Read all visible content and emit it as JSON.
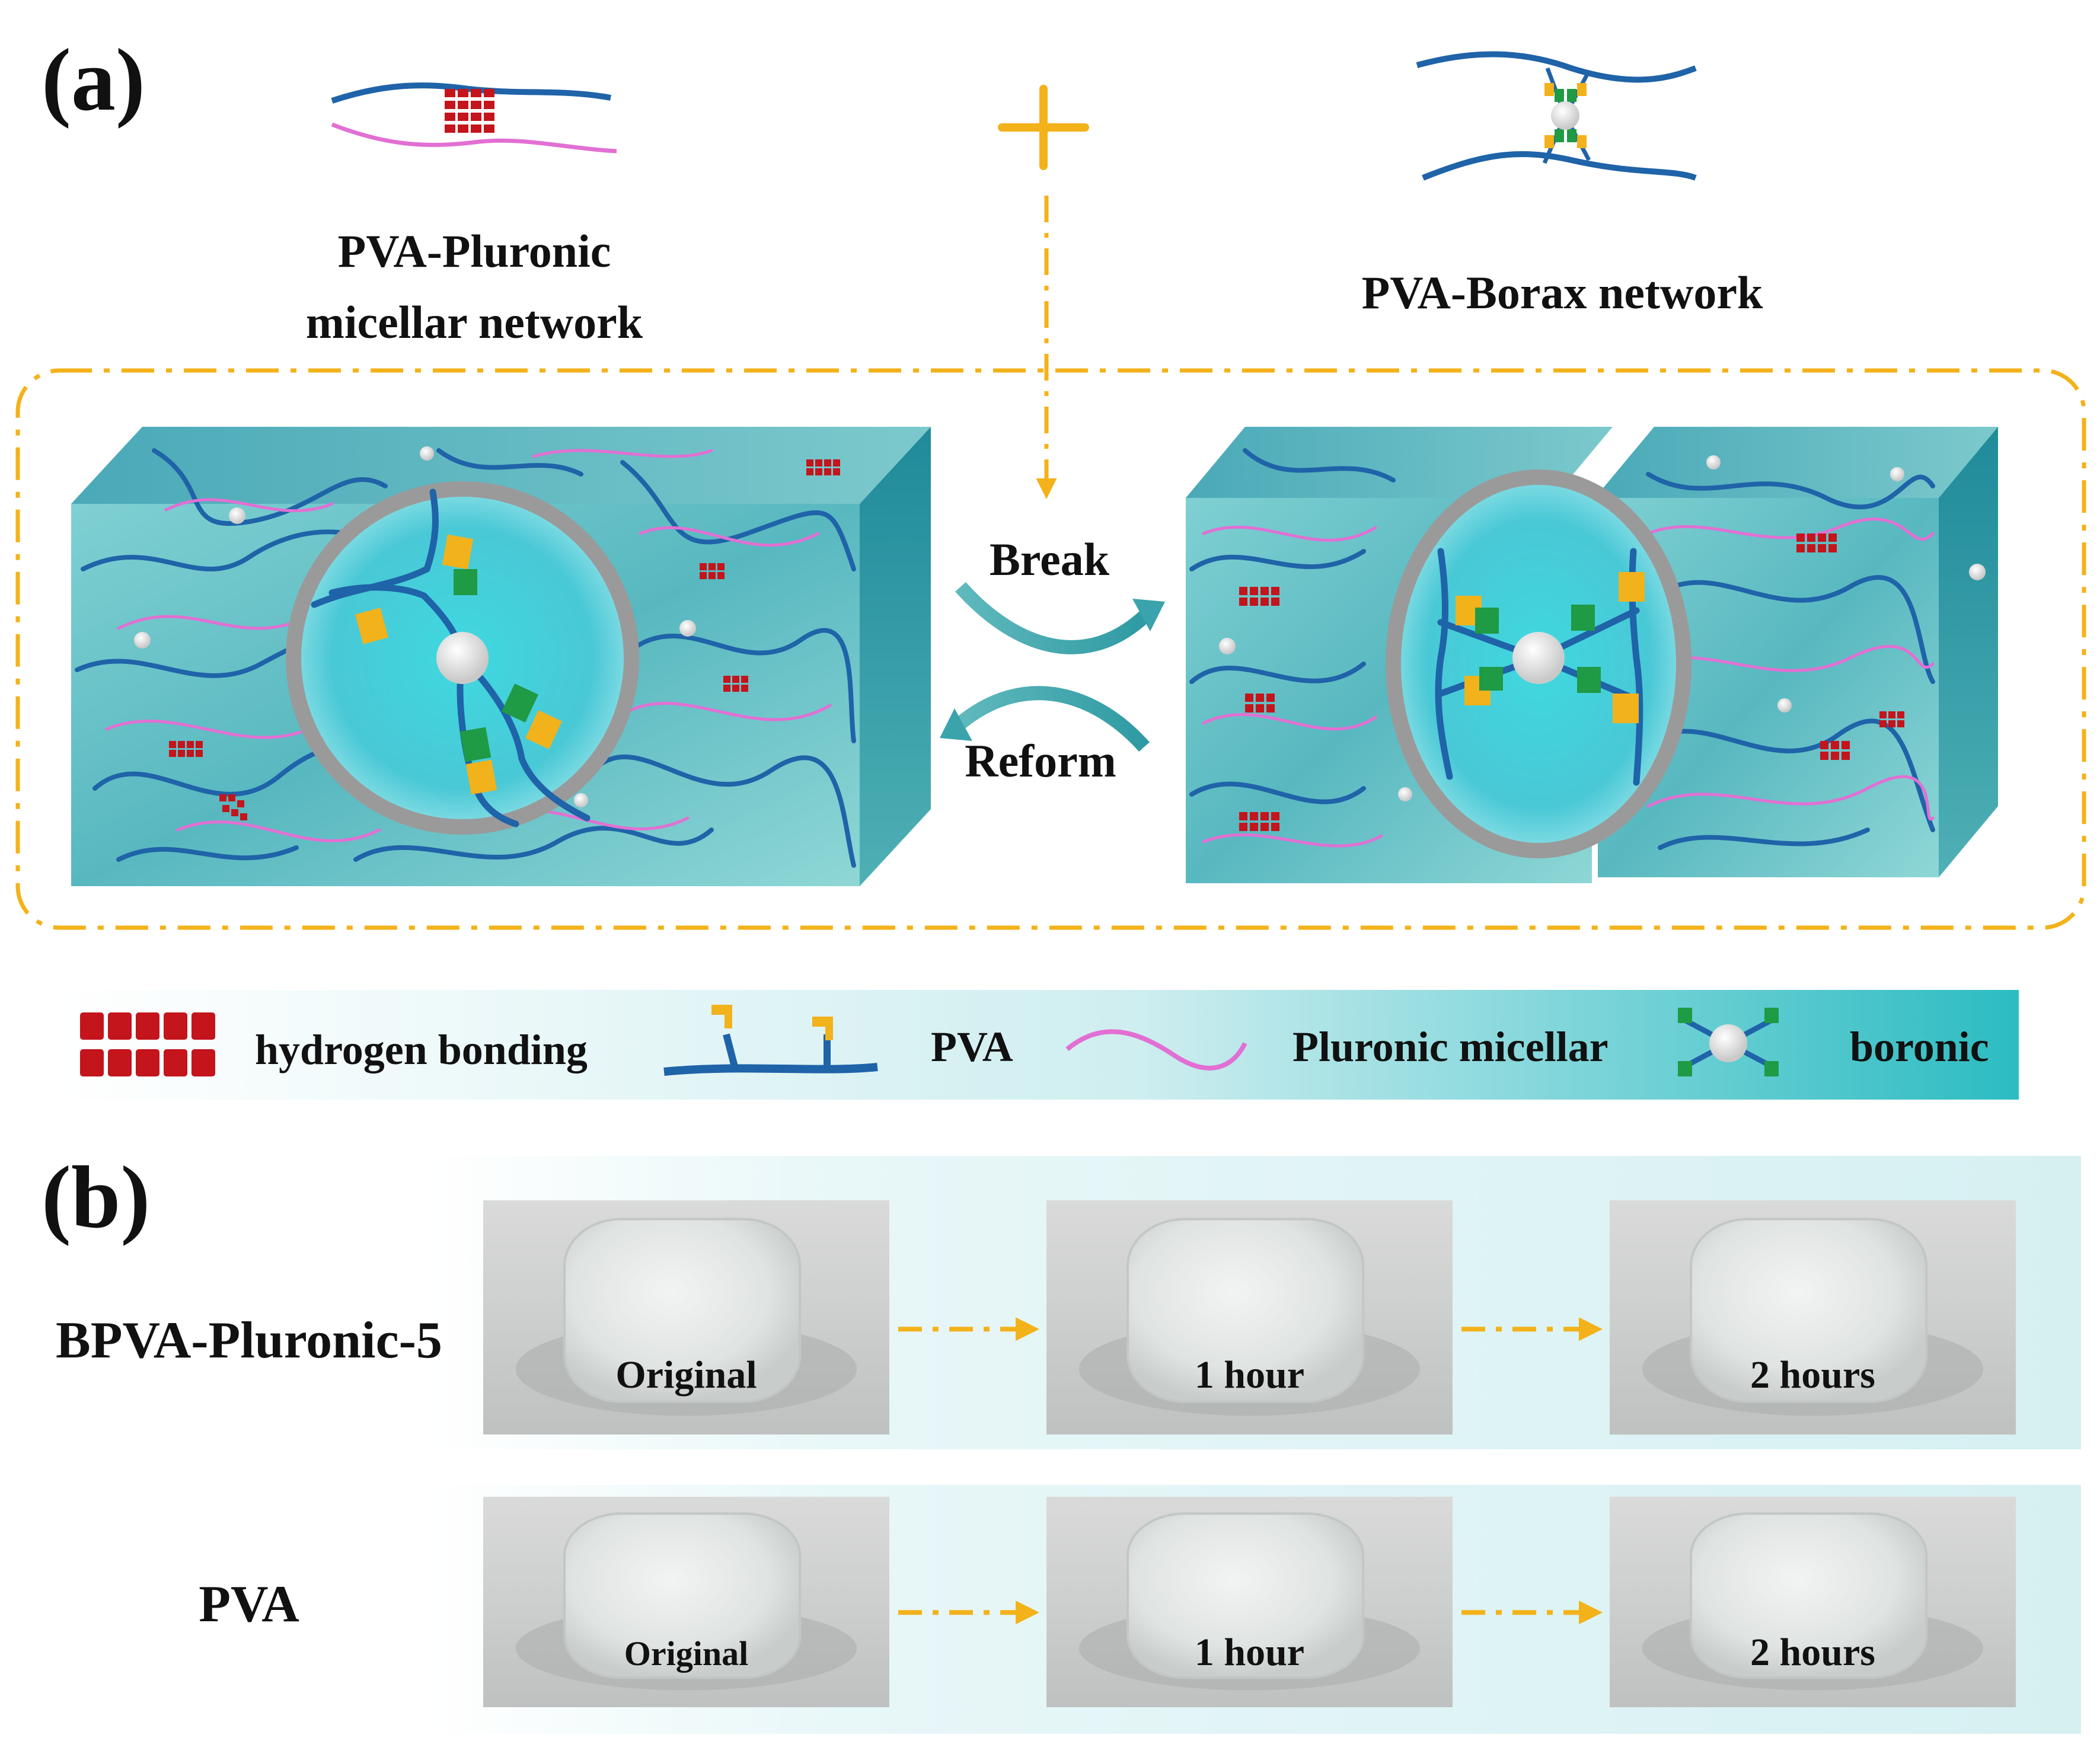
{
  "panel_a": {
    "label": "(a)",
    "left_network_label": [
      "PVA-Pluronic",
      "micellar network"
    ],
    "right_network_label": "PVA-Borax network",
    "plus": "+",
    "break_label": "Break",
    "reform_label": "Reform"
  },
  "legend": {
    "items": [
      {
        "label": "hydrogen bonding",
        "icon": "hydrogen-bond-bricks"
      },
      {
        "label": "PVA",
        "icon": "pva-chain"
      },
      {
        "label": "Pluronic micellar",
        "icon": "pink-curve"
      },
      {
        "label": "boronic",
        "icon": "boronic-cross"
      }
    ]
  },
  "panel_b": {
    "label": "(b)",
    "rows": [
      {
        "name": "BPVA-Pluronic-5",
        "captions": [
          "Original",
          "1 hour",
          "2 hours"
        ]
      },
      {
        "name": "PVA",
        "captions": [
          "Original",
          "1 hour",
          "2 hours"
        ]
      }
    ]
  },
  "colors": {
    "pva_blue": "#1f63a8",
    "pluronic_pink": "#e26fd3",
    "hbond_red": "#c4141c",
    "boronic_green": "#1f9a45",
    "boronic_yellow": "#f2b21c",
    "accent_orange": "#f3b21a",
    "water_teal": "#6ec8cc"
  }
}
